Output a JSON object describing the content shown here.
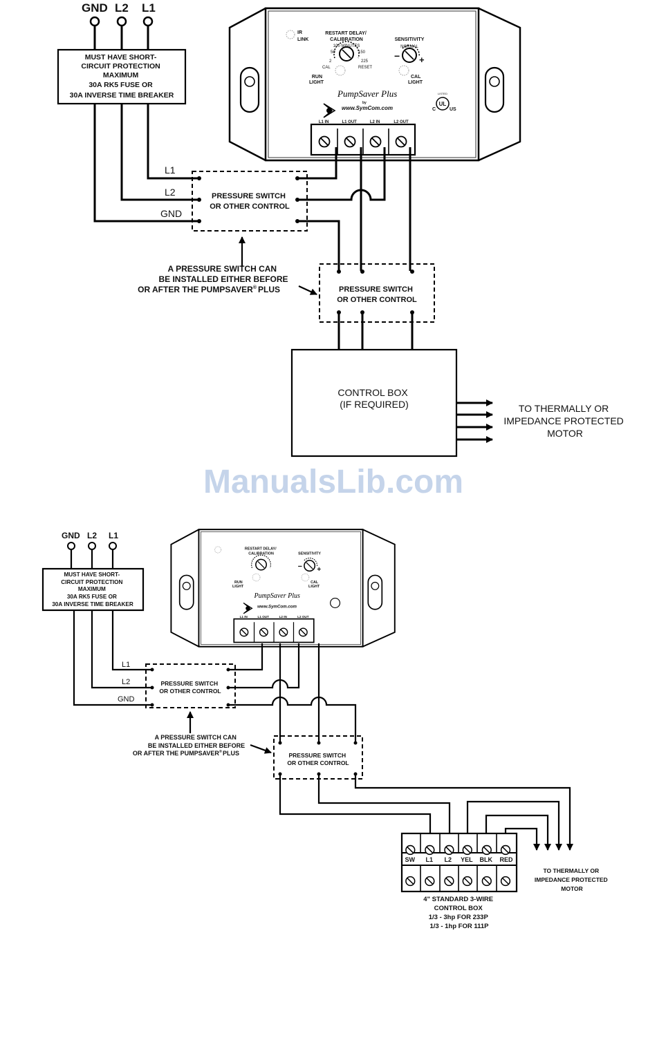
{
  "watermark": "ManualsLib.com",
  "colors": {
    "ink": "#000000",
    "watermark": "#c5d4ea",
    "paper": "#ffffff"
  },
  "diagram1": {
    "supply": {
      "gnd": "GND",
      "l2": "L2",
      "l1": "L1"
    },
    "protection_lines": [
      "MUST HAVE SHORT-",
      "CIRCUIT PROTECTION",
      "MAXIMUM",
      "30A RK5 FUSE OR",
      "30A INVERSE TIME BREAKER"
    ],
    "device": {
      "ir_link": [
        "IR",
        "LINK"
      ],
      "restart_delay": [
        "RESTART DELAY/",
        "CALIBRATION"
      ],
      "minutes": "100 MINUTES",
      "dial_marks": {
        "fifty": "50",
        "one_fifty": "150",
        "two": "2",
        "two_twentyfive": "225",
        "cal": "CAL",
        "reset": "RESET"
      },
      "sensitivity": "SENSITIVITY",
      "normal": "NORMAL",
      "minus": "−",
      "plus": "+",
      "run_light": [
        "RUN",
        "LIGHT"
      ],
      "cal_light": [
        "CAL",
        "LIGHT"
      ],
      "brand": "PumpSaver Plus",
      "by": "by",
      "website": "www.SymCom.com",
      "listed": "LISTED",
      "ul": "UL",
      "c": "C",
      "us": "US",
      "terminals": [
        "L1 IN",
        "L1 OUT",
        "L2 IN",
        "L2 OUT"
      ]
    },
    "wire_labels": {
      "l1": "L1",
      "l2": "L2",
      "gnd": "GND"
    },
    "switch_upper": [
      "PRESSURE SWITCH",
      "OR OTHER CONTROL"
    ],
    "note": [
      "A PRESSURE SWITCH CAN",
      "BE INSTALLED EITHER BEFORE",
      "OR AFTER THE PUMPSAVER",
      "PLUS"
    ],
    "note_reg": "®",
    "switch_lower": [
      "PRESSURE SWITCH",
      "OR OTHER CONTROL"
    ],
    "control_box": [
      "CONTROL BOX",
      "(IF REQUIRED)"
    ],
    "motor": [
      "TO THERMALLY OR",
      "IMPEDANCE PROTECTED",
      "MOTOR"
    ]
  },
  "diagram2": {
    "supply": {
      "gnd": "GND",
      "l2": "L2",
      "l1": "L1"
    },
    "protection_lines": [
      "MUST HAVE SHORT-",
      "CIRCUIT PROTECTION",
      "MAXIMUM",
      "30A RK5 FUSE OR",
      "30A INVERSE TIME BREAKER"
    ],
    "wire_labels": {
      "l1": "L1",
      "l2": "L2",
      "gnd": "GND"
    },
    "switch_upper": [
      "PRESSURE SWITCH",
      "OR OTHER CONTROL"
    ],
    "note": [
      "A PRESSURE SWITCH CAN",
      "BE INSTALLED EITHER BEFORE",
      "OR AFTER THE PUMPSAVER",
      "PLUS"
    ],
    "note_reg": "®",
    "switch_lower": [
      "PRESSURE SWITCH",
      "OR OTHER CONTROL"
    ],
    "terminal_block": [
      "SW",
      "L1",
      "L2",
      "YEL",
      "BLK",
      "RED"
    ],
    "box_caption": [
      "4\" STANDARD 3-WIRE",
      "CONTROL BOX",
      "1/3 - 3hp FOR 233P",
      "1/3 - 1hp FOR 111P"
    ],
    "motor": [
      "TO THERMALLY OR",
      "IMPEDANCE PROTECTED",
      "MOTOR"
    ]
  }
}
